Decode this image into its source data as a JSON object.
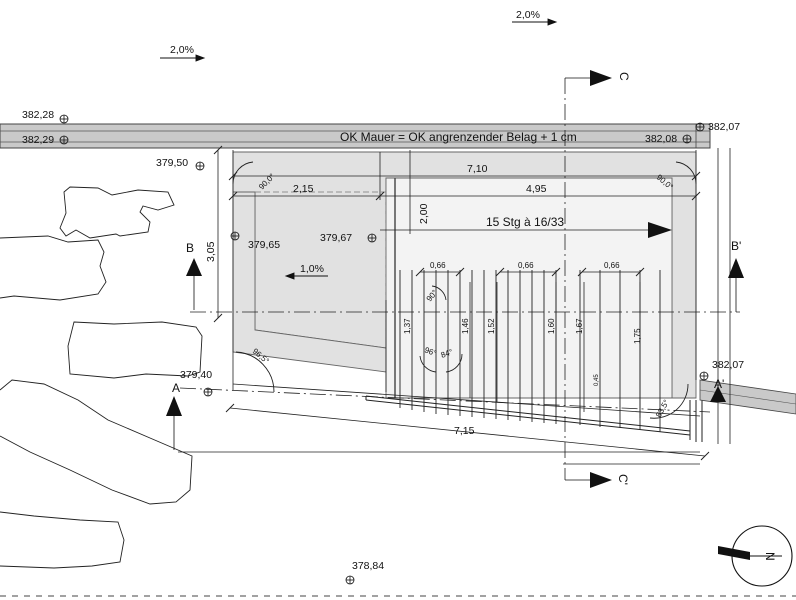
{
  "wall_label": "OK Mauer = OK angrenzender Belag + 1 cm",
  "elevations": {
    "e1": "382,28",
    "e2": "382,29",
    "e3": "382,08",
    "e4": "382,07",
    "e5": "379,50",
    "e6": "379,65",
    "e7": "379,67",
    "e8": "379,40",
    "e9": "382,07",
    "e10": "378,84"
  },
  "slopes": {
    "s1": "2,0%",
    "s2": "2,0%",
    "s3": "1,0%"
  },
  "dimensions": {
    "d710": "7,10",
    "d215": "2,15",
    "d495": "4,95",
    "d305": "3,05",
    "d200": "2,00",
    "d715": "7,15",
    "d066a": "0,66",
    "d066b": "0,66",
    "d066c": "0,66",
    "h137": "1,37",
    "h146": "1,46",
    "h152": "1,52",
    "h160": "1,60",
    "h167": "1,67",
    "h175": "1,75",
    "d045": "0,45"
  },
  "stairs_label": "15 Stg à 16/33",
  "angles": {
    "a1": "90,0°",
    "a2": "90,0°",
    "a3": "96,5°",
    "a4": "90°",
    "a5": "96°",
    "a6": "84°",
    "a7": "83,5°"
  },
  "sections": {
    "a": "A",
    "a_prime": "A'",
    "b": "B",
    "b_prime": "B'",
    "c": "C",
    "c_prime": "C'"
  },
  "north": "N"
}
